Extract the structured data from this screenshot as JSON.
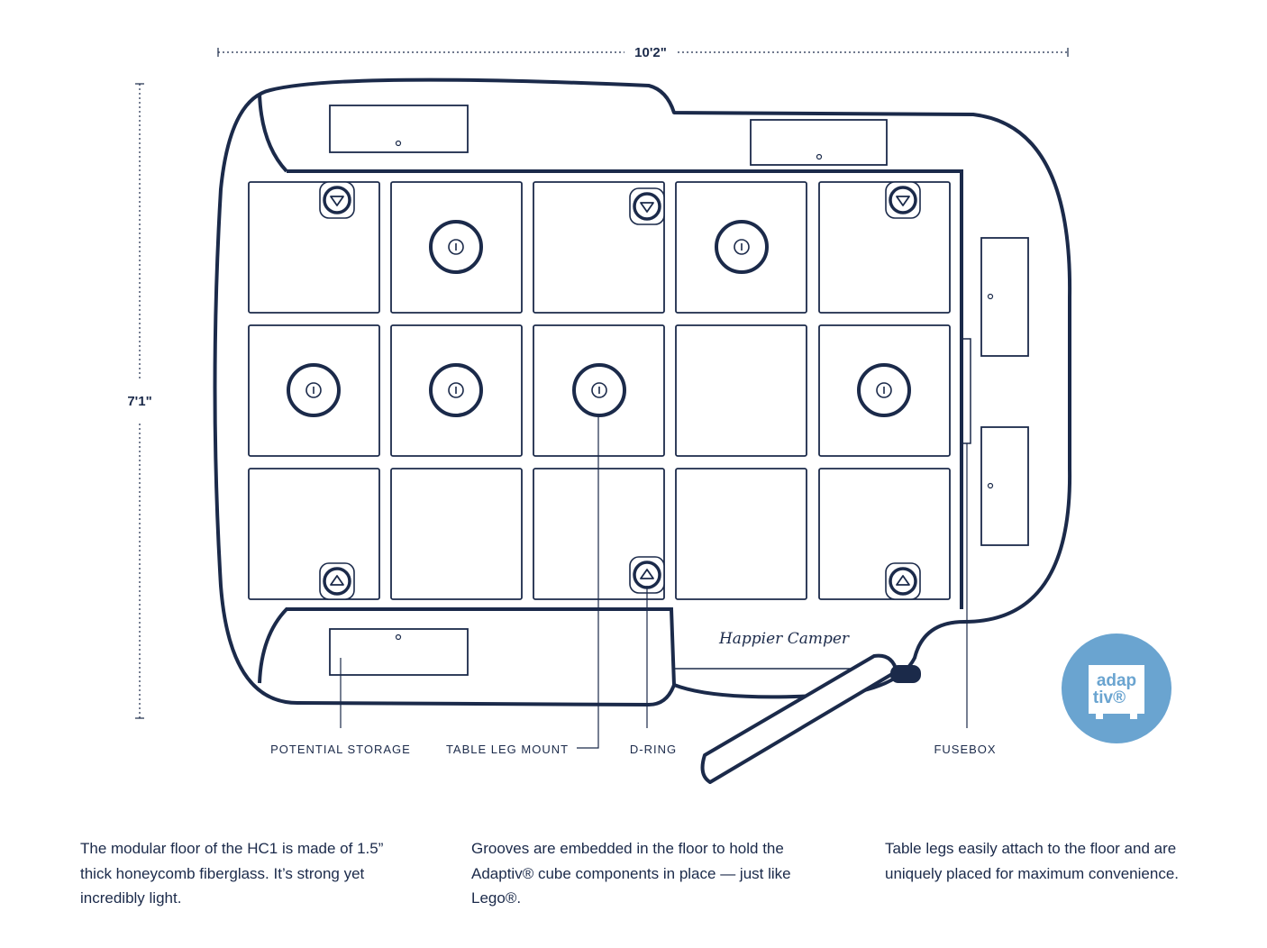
{
  "dimensions": {
    "width": "10'2\"",
    "height": "7'1\""
  },
  "callouts": {
    "storage": "POTENTIAL STORAGE",
    "table_leg": "TABLE LEG MOUNT",
    "d_ring": "D-RING",
    "fusebox": "FUSEBOX"
  },
  "brand": "Happier Camper",
  "logo": {
    "line1": "adap",
    "line2": "tiv®",
    "color": "#6aa4d0"
  },
  "captions": [
    "The modular floor of the HC1 is made of 1.5” thick honeycomb fiberglass. It’s strong yet incredibly light.",
    "Grooves are embedded in the floor to hold the Adaptiv® cube components in place — just like Lego®.",
    "Table legs easily attach to the floor and are uniquely placed for maximum convenience."
  ],
  "colors": {
    "ink": "#1b2a4a",
    "logo": "#6aa4d0"
  }
}
